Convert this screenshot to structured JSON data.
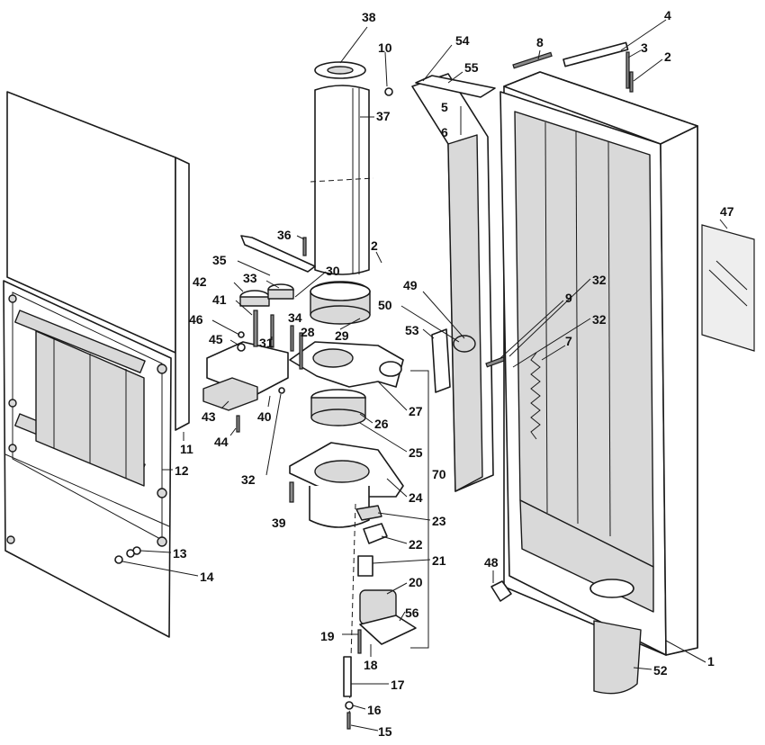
{
  "callouts": {
    "p1": "1",
    "p2": "2",
    "p2b": "2",
    "p3": "3",
    "p4": "4",
    "p5": "5",
    "p6": "6",
    "p7": "7",
    "p8": "8",
    "p9": "9",
    "p10": "10",
    "p11": "11",
    "p12": "12",
    "p13": "13",
    "p14": "14",
    "p15": "15",
    "p16": "16",
    "p17": "17",
    "p18": "18",
    "p19": "19",
    "p20": "20",
    "p21": "21",
    "p22": "22",
    "p23": "23",
    "p24": "24",
    "p25": "25",
    "p26": "26",
    "p27": "27",
    "p28": "28",
    "p29": "29",
    "p30": "30",
    "p31": "31",
    "p32a": "32",
    "p32b": "32",
    "p32c": "32",
    "p33": "33",
    "p34": "34",
    "p35": "35",
    "p36": "36",
    "p37": "37",
    "p38": "38",
    "p39": "39",
    "p40": "40",
    "p41": "41",
    "p42": "42",
    "p43": "43",
    "p44": "44",
    "p45": "45",
    "p46": "46",
    "p47": "47",
    "p48": "48",
    "p49": "49",
    "p50": "50",
    "p52": "52",
    "p53": "53",
    "p54": "54",
    "p55": "55",
    "p56": "56",
    "p70": "70"
  }
}
